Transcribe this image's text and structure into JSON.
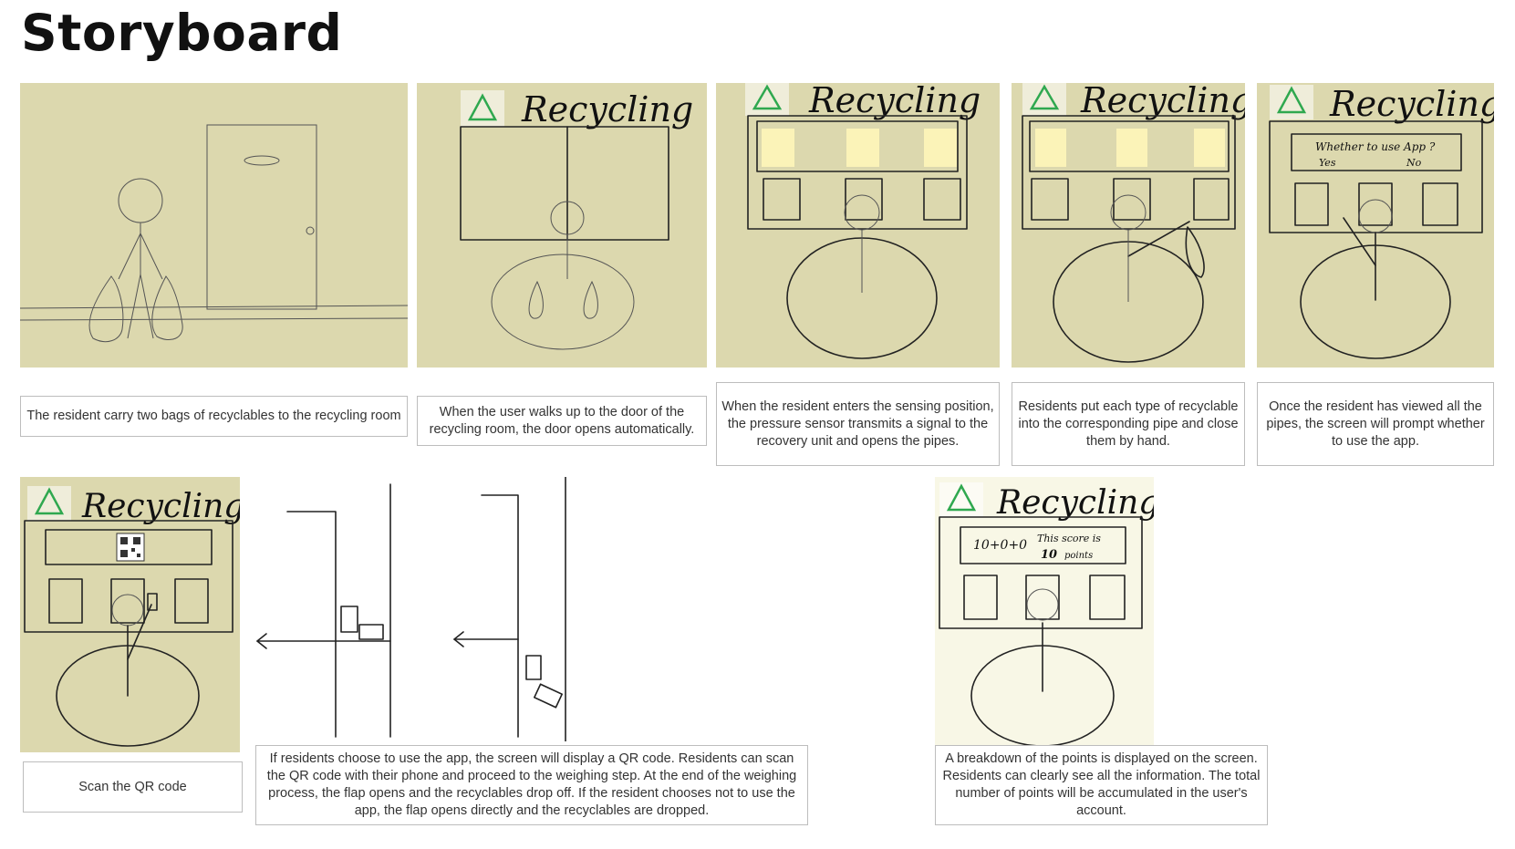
{
  "page": {
    "title": "Storyboard"
  },
  "brand": {
    "word": "Recycling",
    "logo_color": "#2fa84f",
    "panel_color": "#dcd8ae"
  },
  "scenes": [
    {
      "caption": "The resident carry two bags of recyclables to the recycling room"
    },
    {
      "caption": "When the user walks up to the door of the recycling room, the door opens automatically."
    },
    {
      "caption": "When the resident enters the sensing position, the pressure sensor transmits a signal to the recovery unit and opens the pipes."
    },
    {
      "caption": "Residents put each type of recyclable into the corresponding pipe and close them by hand."
    },
    {
      "caption": "Once the resident has viewed all the pipes, the screen will prompt whether to use the app.",
      "screen": {
        "prompt": "Whether to use App ?",
        "yes": "Yes",
        "no": "No"
      }
    },
    {
      "caption": "Scan the QR code"
    },
    {
      "caption": "If residents choose to use the app, the screen will display a QR code. Residents can scan the QR code with their phone and proceed to the weighing step. At the end of the weighing process, the flap opens and the recyclables drop off. If the resident chooses not to use the app, the flap opens directly and the recyclables are dropped."
    },
    {
      "caption": "A breakdown of the points is displayed on the screen. Residents can clearly see all the information. The total number of points will be accumulated in the user's account.",
      "screen": {
        "formula": "10+0+0",
        "line1": "This score is",
        "points": "10",
        "unit": "points"
      }
    }
  ]
}
